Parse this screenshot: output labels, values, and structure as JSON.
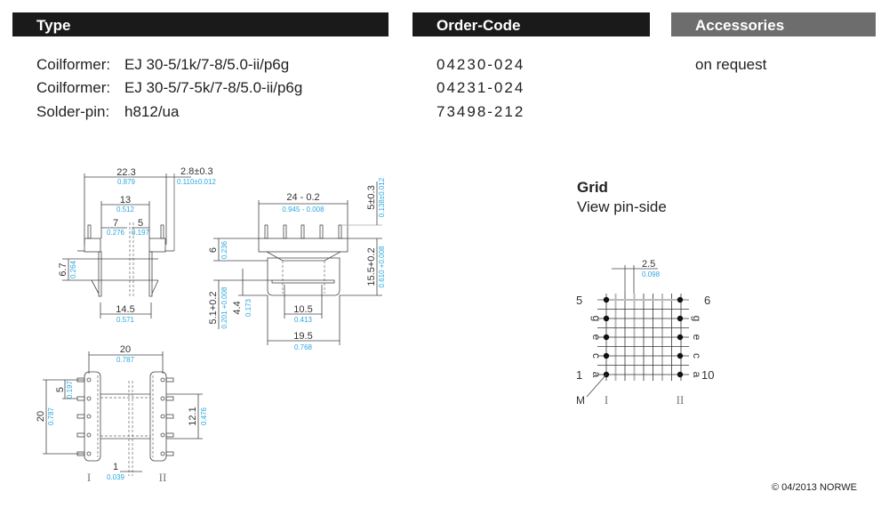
{
  "header": {
    "type": "Type",
    "order_code": "Order-Code",
    "accessories": "Accessories"
  },
  "colors": {
    "bar_dark": "#1a1a1a",
    "bar_gray": "#6d6d6d",
    "inch_blue": "#29a8e0"
  },
  "rows": [
    {
      "label": "Coilformer:",
      "value": "EJ 30-5/1k/7-8/5.0-ii/p6g",
      "code": "04230-024"
    },
    {
      "label": "Coilformer:",
      "value": "EJ 30-5/7-5k/7-8/5.0-ii/p6g",
      "code": "04231-024"
    },
    {
      "label": "Solder-pin:",
      "value": "h812/ua",
      "code": "73498-212"
    }
  ],
  "accessories_value": "on request",
  "grid": {
    "title": "Grid",
    "subtitle": "View pin-side",
    "pitch": "2.5",
    "pitch_in": "0.098",
    "left_top": "5",
    "right_top": "6",
    "left_bottom": "1",
    "right_bottom": "10",
    "letters": [
      "g",
      "e",
      "c",
      "a"
    ],
    "marker": "M",
    "side_left": "I",
    "side_right": "II"
  },
  "side_view": {
    "d1": "22.3",
    "d1_in": "0.879",
    "d2": "2.8±0.3",
    "d2_in": "0.110±0.012",
    "d3": "13",
    "d3_in": "0.512",
    "d4": "7",
    "d4_in": "0.276",
    "d5": "5",
    "d5_in": "0.197",
    "d6": "6.7",
    "d6_in": "0.264",
    "d7": "14.5",
    "d7_in": "0.571"
  },
  "front_view": {
    "d1": "24 - 0.2",
    "d1_in": "0.945 - 0.008",
    "d2": "5±0.3",
    "d2_in": "0.138±0.012",
    "d3": "6",
    "d3_in": "0.236",
    "d4": "15.5+0.2",
    "d4_in": "0.610 +0.008",
    "d5": "5.1+0.2",
    "d5_in": "0.201 +0.008",
    "d6": "4.4",
    "d6_in": "0.173",
    "d7": "10.5",
    "d7_in": "0.413",
    "d8": "19.5",
    "d8_in": "0.768"
  },
  "top_view": {
    "d1": "20",
    "d1_in": "0.787",
    "d2": "20",
    "d2_in": "0.787",
    "d3": "5",
    "d3_in": "0.197",
    "d4": "12.1",
    "d4_in": "0.476",
    "d5": "1",
    "d5_in": "0.039",
    "side_left": "I",
    "side_right": "II"
  },
  "copyright": "© 04/2013 NORWE"
}
